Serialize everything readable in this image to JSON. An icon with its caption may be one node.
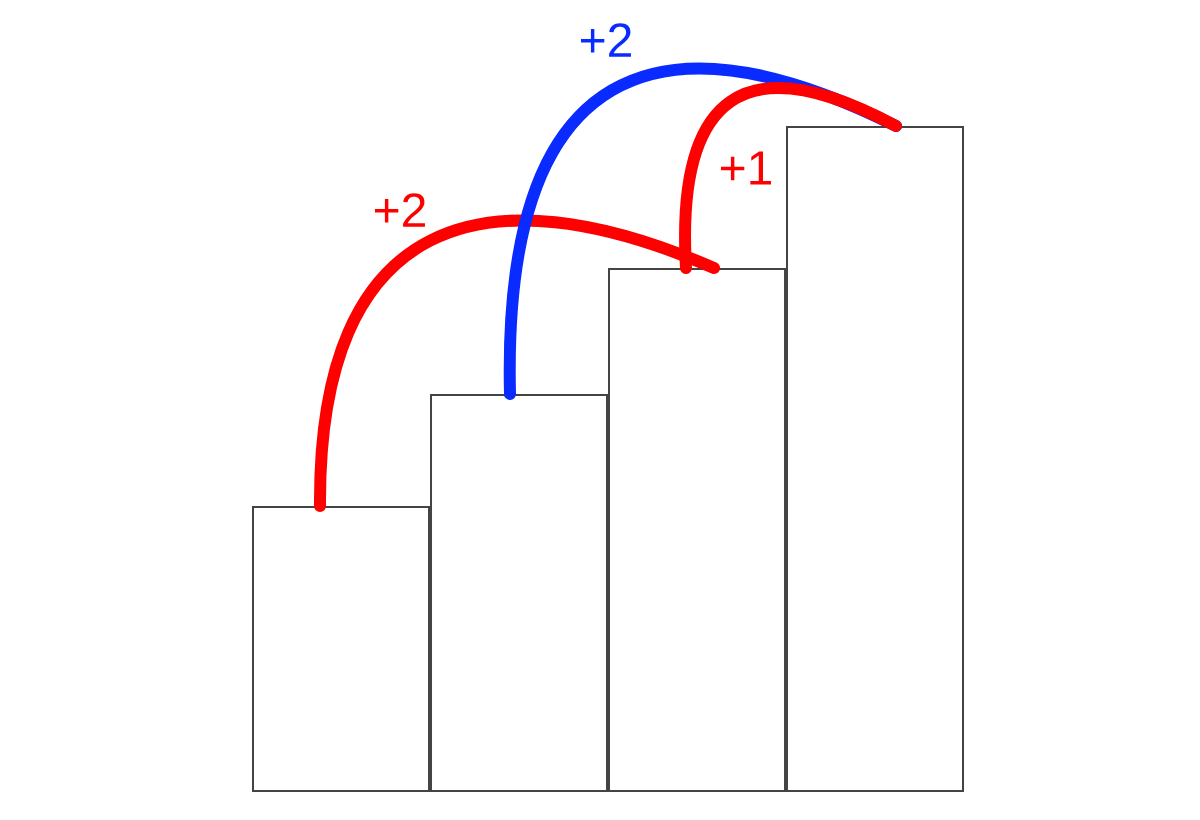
{
  "diagram": {
    "nodes": [
      {
        "text": [],
        "shape": "bar"
      },
      {
        "text": [],
        "shape": "bar"
      },
      {
        "text": [],
        "shape": "bar"
      },
      {
        "text": [],
        "shape": "bar"
      }
    ],
    "edges": [
      {
        "from": 0,
        "to": 2,
        "arrow": "none",
        "label": "+2",
        "color": "#ff0000"
      },
      {
        "from": 1,
        "to": 3,
        "arrow": "none",
        "label": "+2",
        "color": "#0a2bff"
      },
      {
        "from": 2,
        "to": 3,
        "arrow": "none",
        "label": "+1",
        "color": "#ff0000"
      }
    ]
  }
}
